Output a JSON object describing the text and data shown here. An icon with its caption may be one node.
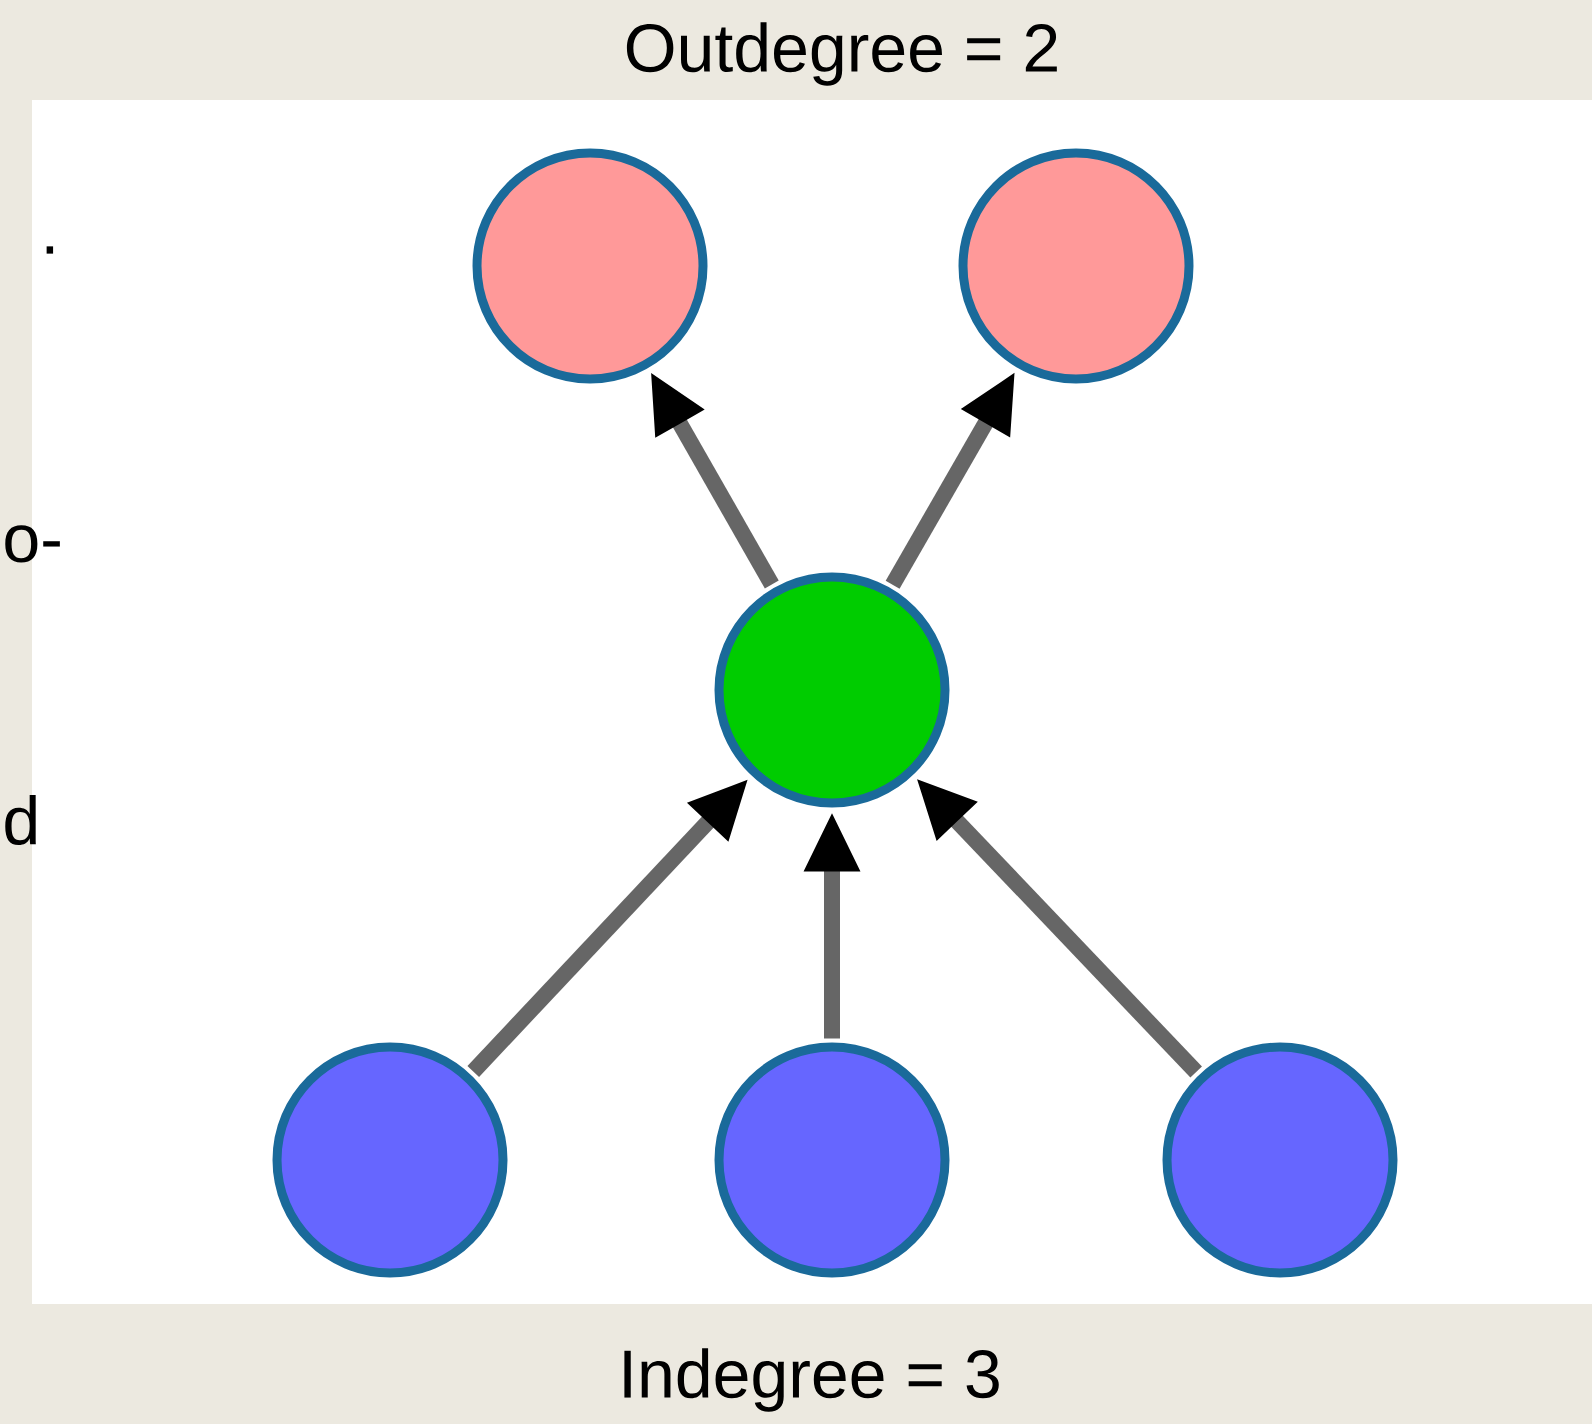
{
  "diagram": {
    "nodes": [
      {
        "text": [],
        "shape": "circle"
      },
      {
        "text": [],
        "shape": "circle"
      },
      {
        "text": [],
        "shape": "circle"
      },
      {
        "text": [],
        "shape": "circle"
      },
      {
        "text": [],
        "shape": "circle"
      },
      {
        "text": [],
        "shape": "circle"
      }
    ],
    "edges": [
      {
        "from": 2,
        "to": 0,
        "arrow": "to"
      },
      {
        "from": 2,
        "to": 1,
        "arrow": "to"
      },
      {
        "from": 3,
        "to": 2,
        "arrow": "to"
      },
      {
        "from": 4,
        "to": 2,
        "arrow": "to"
      },
      {
        "from": 5,
        "to": 2,
        "arrow": "to"
      }
    ],
    "labels": [
      "Outdegree = 2",
      ".",
      "o-",
      "d",
      "Indegree = 3"
    ]
  }
}
